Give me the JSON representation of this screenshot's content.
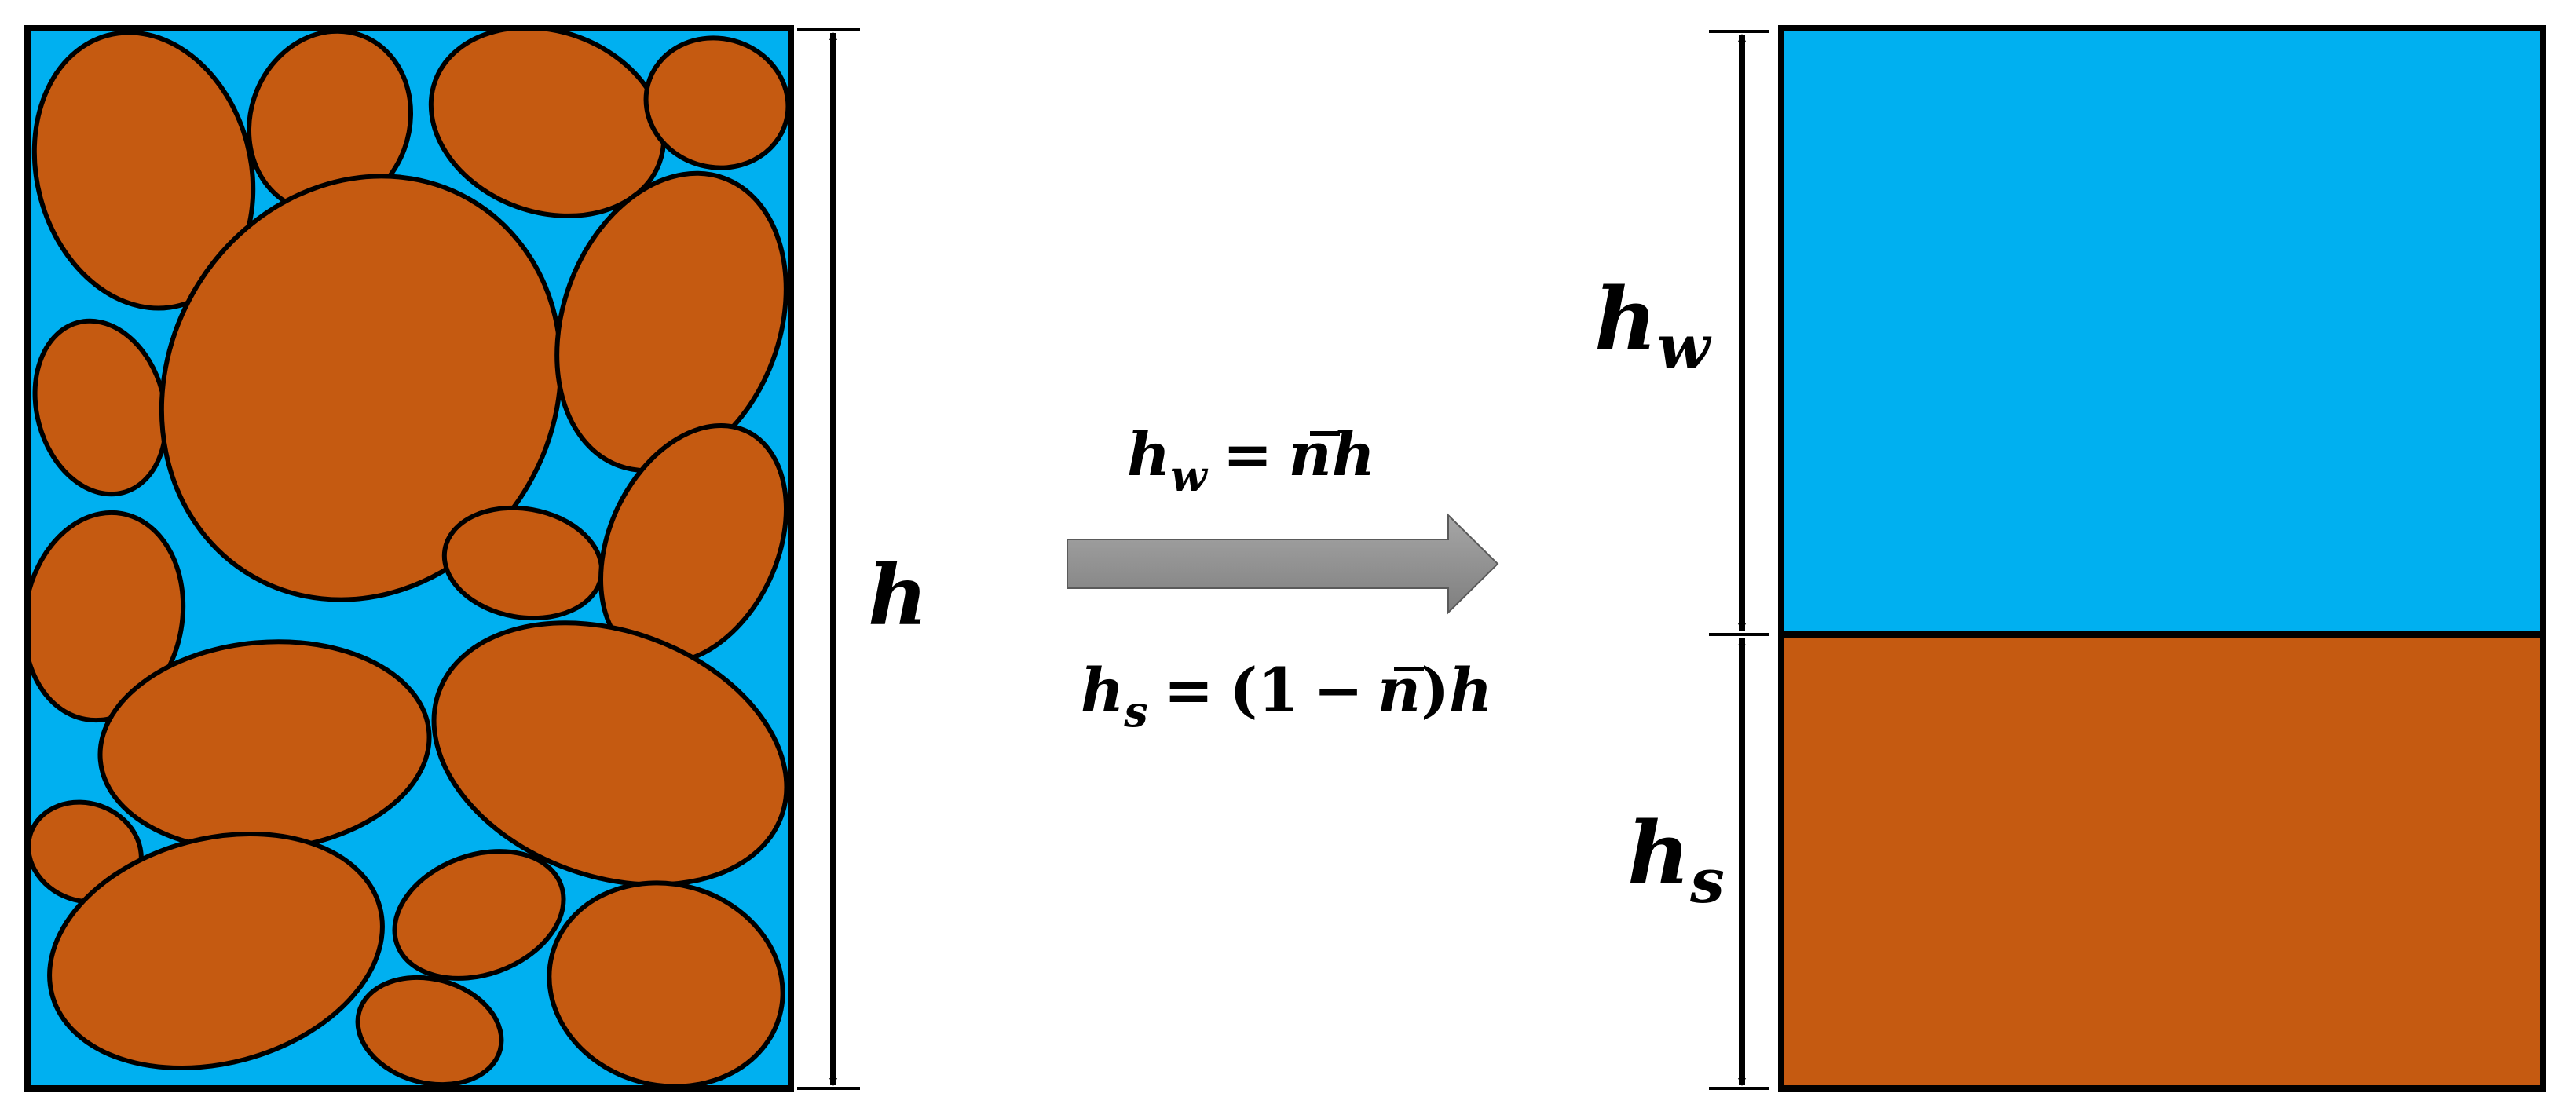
{
  "colors": {
    "water": "#00B0F0",
    "soil": "#C55A11",
    "outline": "#000000",
    "arrow_fill": "#8C8C8C"
  },
  "labels": {
    "total_height": {
      "base": "h"
    },
    "water_height": {
      "base": "h",
      "sub": "w"
    },
    "solid_height": {
      "base": "h",
      "sub": "s"
    }
  },
  "equations": {
    "water": {
      "lhs_base": "h",
      "lhs_sub": "w",
      "eq": "=",
      "rhs_n": "n",
      "rhs_h": "h"
    },
    "solid": {
      "lhs_base": "h",
      "lhs_sub": "s",
      "eq": "=",
      "open": "(",
      "one": "1",
      "minus": "−",
      "rhs_n": "n",
      "close": ")",
      "rhs_h": "h"
    }
  },
  "icons": {
    "transform_arrow": "right-arrow-icon",
    "dimension_arrow": "double-headed-arrow-icon"
  }
}
